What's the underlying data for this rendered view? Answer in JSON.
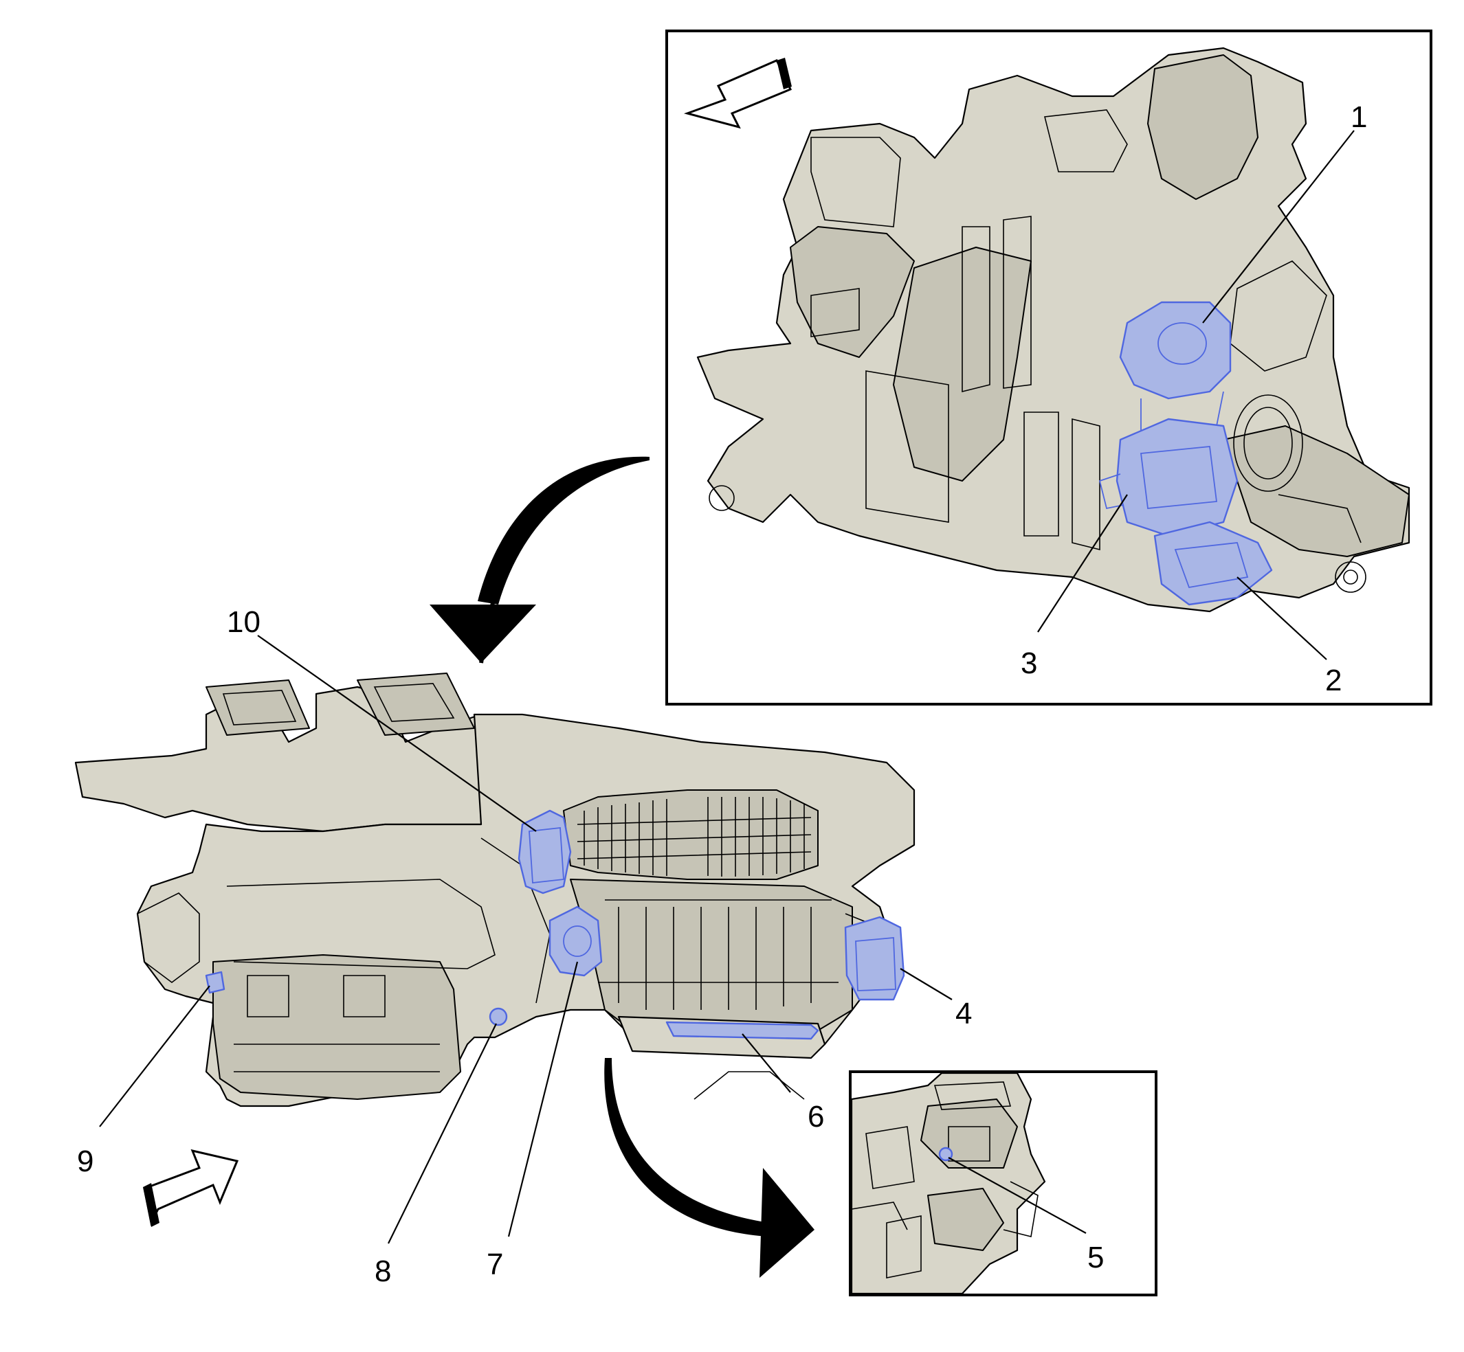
{
  "diagram": {
    "callouts": [
      "1",
      "2",
      "3",
      "4",
      "5",
      "6",
      "7",
      "8",
      "9",
      "10"
    ],
    "colors": {
      "housing": "#d8d6c9",
      "housing_shade": "#c6c4b6",
      "actuator_highlight": "#4f67e0",
      "actuator_fill": "#a9b6e6",
      "ink": "#000000"
    },
    "icons": {
      "view_arrow_top": "hollow-arrow-left-icon",
      "view_arrow_bottom": "hollow-arrow-right-icon",
      "transition_arrow_top": "curved-arrow-down-icon",
      "transition_arrow_bottom": "curved-arrow-right-icon"
    }
  }
}
